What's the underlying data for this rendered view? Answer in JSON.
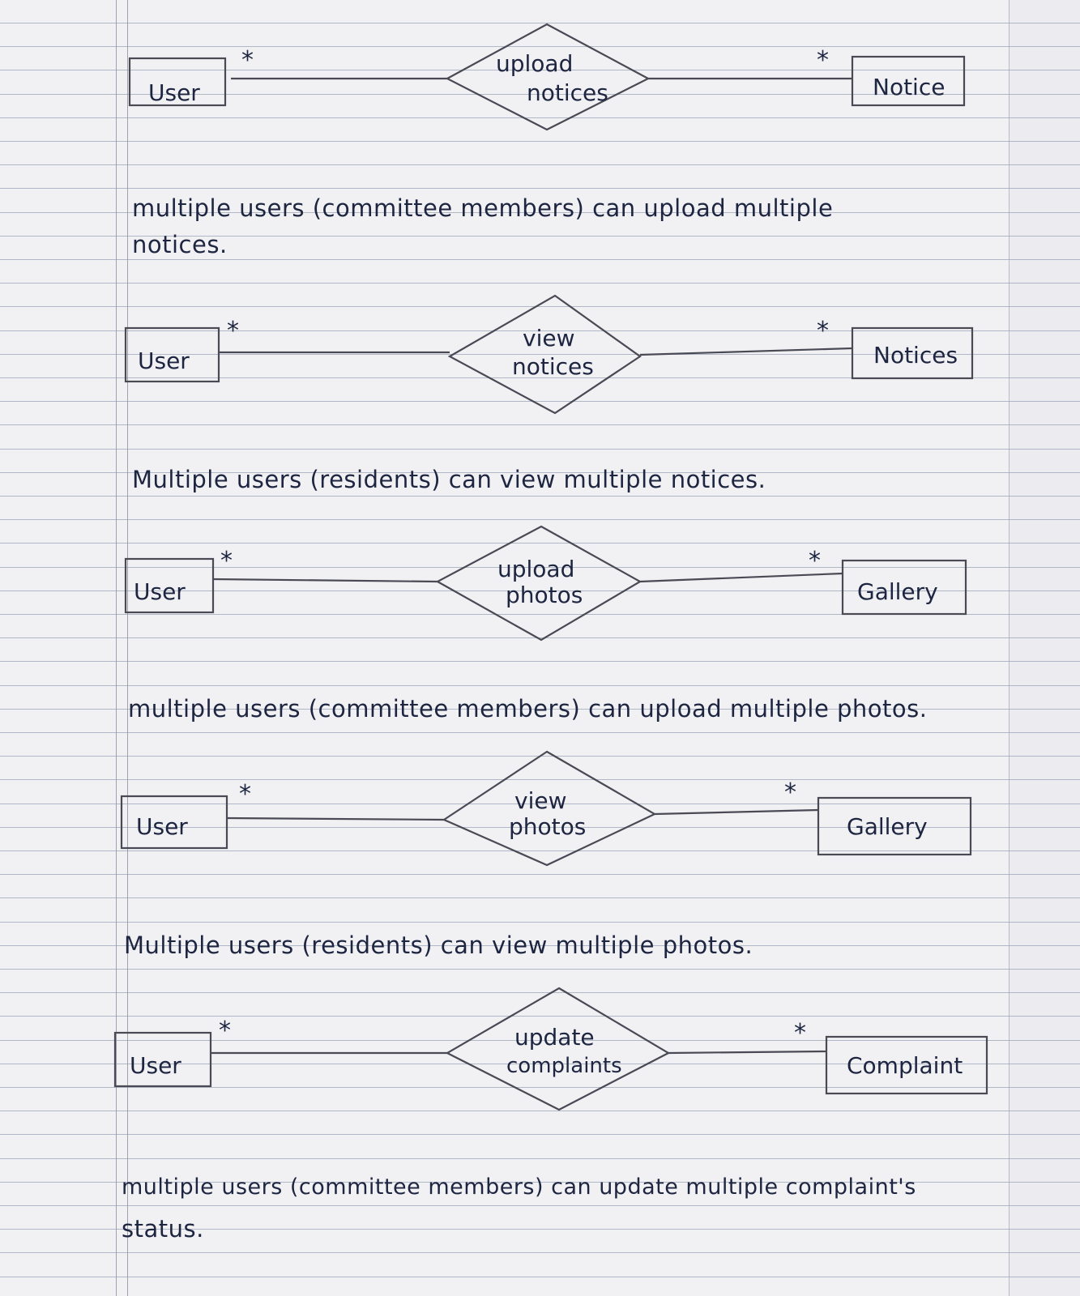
{
  "relationships": [
    {
      "entity_left": "User",
      "action_line1": "upload",
      "action_line2": "notices",
      "entity_right": "Notice",
      "cardinality_left": "*",
      "cardinality_right": "*",
      "description_line1": "multiple users (committee members) can upload multiple",
      "description_line2": "notices."
    },
    {
      "entity_left": "User",
      "action_line1": "view",
      "action_line2": "notices",
      "entity_right": "Notices",
      "cardinality_left": "*",
      "cardinality_right": "*",
      "description_line1": "Multiple users (residents) can view multiple notices.",
      "description_line2": ""
    },
    {
      "entity_left": "User",
      "action_line1": "upload",
      "action_line2": "photos",
      "entity_right": "Gallery",
      "cardinality_left": "*",
      "cardinality_right": "*",
      "description_line1": "multiple users (committee members) can upload multiple photos.",
      "description_line2": ""
    },
    {
      "entity_left": "User",
      "action_line1": "view",
      "action_line2": "photos",
      "entity_right": "Gallery",
      "cardinality_left": "*",
      "cardinality_right": "*",
      "description_line1": "Multiple users (residents) can view multiple photos.",
      "description_line2": ""
    },
    {
      "entity_left": "User",
      "action_line1": "update",
      "action_line2": "complaints",
      "entity_right": "Complaint",
      "cardinality_left": "*",
      "cardinality_right": "*",
      "description_line1": "multiple users (committee members) can update multiple complaint's",
      "description_line2": "status."
    }
  ],
  "colors": {
    "paper": "#f1f1f4",
    "rule": "#9aa3b8",
    "ink": "#1d2540",
    "pencil": "#4a4a55"
  }
}
